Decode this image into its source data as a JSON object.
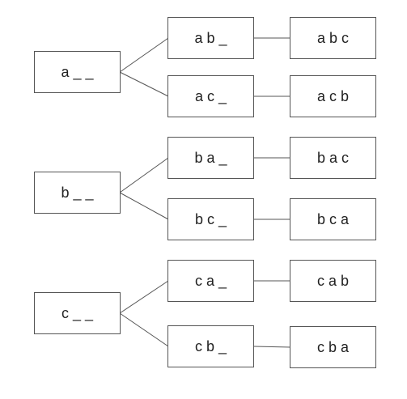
{
  "diagram": {
    "groups": [
      {
        "root": "a _ _",
        "branches": [
          {
            "partial": "a b _",
            "result": "a b c"
          },
          {
            "partial": "a c _",
            "result": "a c b"
          }
        ]
      },
      {
        "root": "b _ _",
        "branches": [
          {
            "partial": "b a _",
            "result": "b a c"
          },
          {
            "partial": "b c _",
            "result": "b c a"
          }
        ]
      },
      {
        "root": "c _ _",
        "branches": [
          {
            "partial": "c a _",
            "result": "c a b"
          },
          {
            "partial": "c b _",
            "result": "c b a"
          }
        ]
      }
    ],
    "colors": {
      "stroke": "#555555",
      "text": "#222222",
      "background": "#ffffff"
    }
  }
}
